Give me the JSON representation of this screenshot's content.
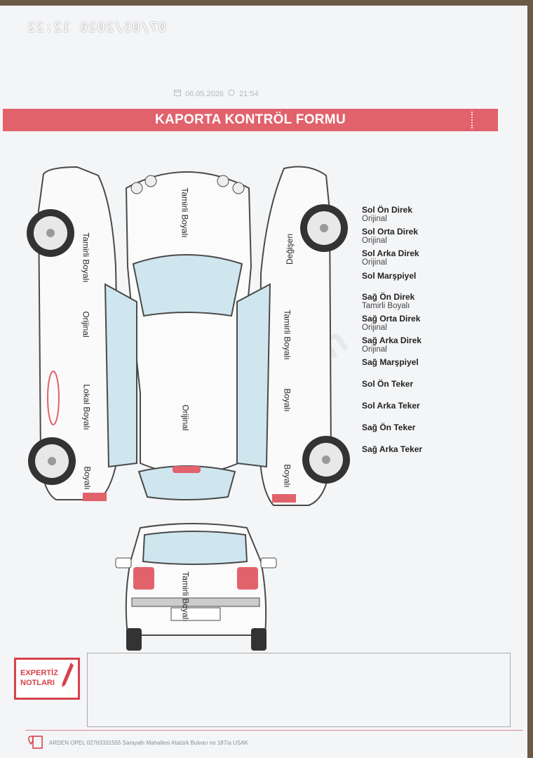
{
  "stamp": "07/05/2026 12:22",
  "header_date": "06.05.2026",
  "header_time": "21:54",
  "form_title": "KAPORTA KONTRÖL FORMU",
  "watermark": "sahibinden",
  "car_labels": {
    "hood": "Tamirli Boyalı",
    "left_front_fender": "Tamirli Boyalı",
    "left_front_door": "Orijinal",
    "left_rear_door": "Lokal Boyalı",
    "left_rear_fender": "Boyalı",
    "roof": "Orijinal",
    "right_front_fender": "Değişen",
    "right_front_door": "Tamirli Boyalı",
    "right_rear_door": "Boyalı",
    "right_rear_fender": "Boyalı",
    "trunk": "Tamirli Boyalı"
  },
  "status_items": [
    {
      "name": "Sol Ön Direk",
      "value": "Orijinal"
    },
    {
      "name": "Sol Orta Direk",
      "value": "Orijinal"
    },
    {
      "name": "Sol Arka Direk",
      "value": "Orijinal"
    },
    {
      "name": "Sol Marşpiyel",
      "value": ""
    },
    {
      "name": "Sağ Ön Direk",
      "value": "Tamirli Boyalı"
    },
    {
      "name": "Sağ Orta Direk",
      "value": "Orijinal"
    },
    {
      "name": "Sağ Arka Direk",
      "value": "Orijinal"
    },
    {
      "name": "Sağ Marşpiyel",
      "value": ""
    },
    {
      "name": "Sol Ön Teker",
      "value": ""
    },
    {
      "name": "Sol Arka Teker",
      "value": ""
    },
    {
      "name": "Sağ Ön Teker",
      "value": ""
    },
    {
      "name": "Sağ Arka Teker",
      "value": ""
    }
  ],
  "notes_title_line1": "EXPERTİZ",
  "notes_title_line2": "NOTLARI",
  "footer_text": "ARDEN OPEL 02763331555 Sarayaltı Mahallesi Atatürk Bulvarı no 187/a USAK",
  "colors": {
    "accent": "#e2626c",
    "glass": "#cfe6ef"
  }
}
